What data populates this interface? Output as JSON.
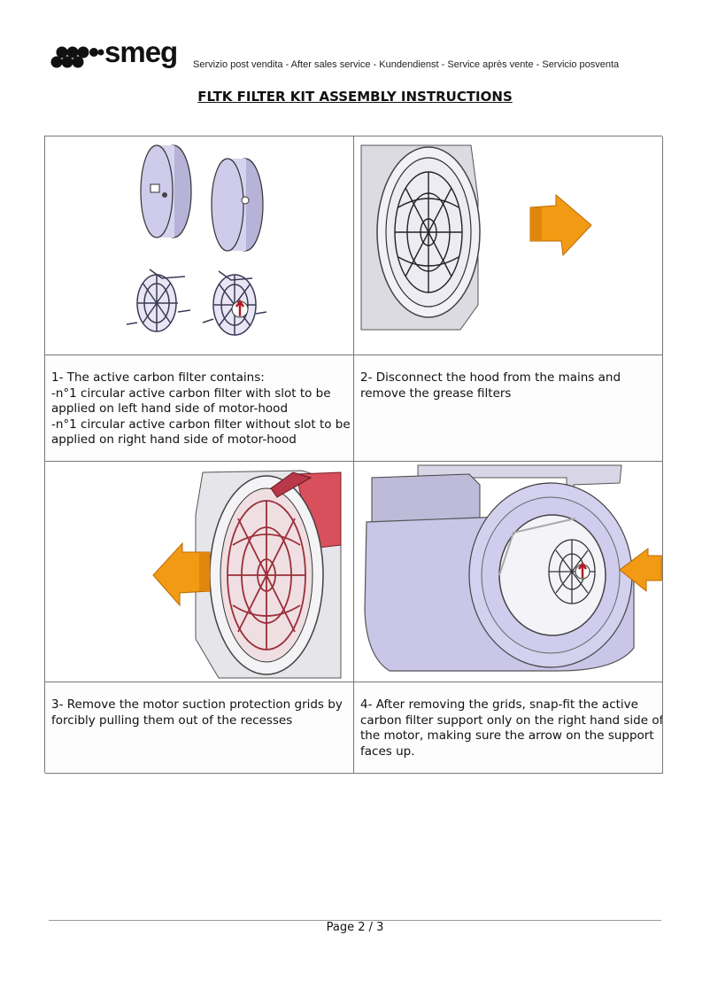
{
  "header": {
    "brand": "smeg",
    "service_line": "Servizio post vendita - After sales service - Kundendienst - Service après vente - Servicio posventa"
  },
  "title": "FLTK FILTER KIT ASSEMBLY INSTRUCTIONS",
  "steps": [
    {
      "lines": [
        "1- The active carbon filter contains:",
        "-n°1 circular active carbon filter with slot to be",
        "applied on left hand side of motor-hood",
        "-n°1 circular active carbon filter without slot to be",
        "applied on right hand side of motor-hood"
      ]
    },
    {
      "lines": [
        "2- Disconnect the hood from the mains and",
        "remove the grease filters"
      ]
    },
    {
      "lines": [
        "3- Remove the motor suction protection grids by",
        "forcibly pulling them out of the recesses"
      ]
    },
    {
      "lines": [
        "4- After removing the grids, snap-fit the active",
        "carbon filter support only on the right hand side of",
        "the motor, making sure the arrow on the support",
        "faces up."
      ]
    }
  ],
  "footer": {
    "page": "Page 2 / 3"
  },
  "colors": {
    "arrow": "#f39a14",
    "grid_red": "#c9434f",
    "motor_body": "#c9c6e8"
  }
}
